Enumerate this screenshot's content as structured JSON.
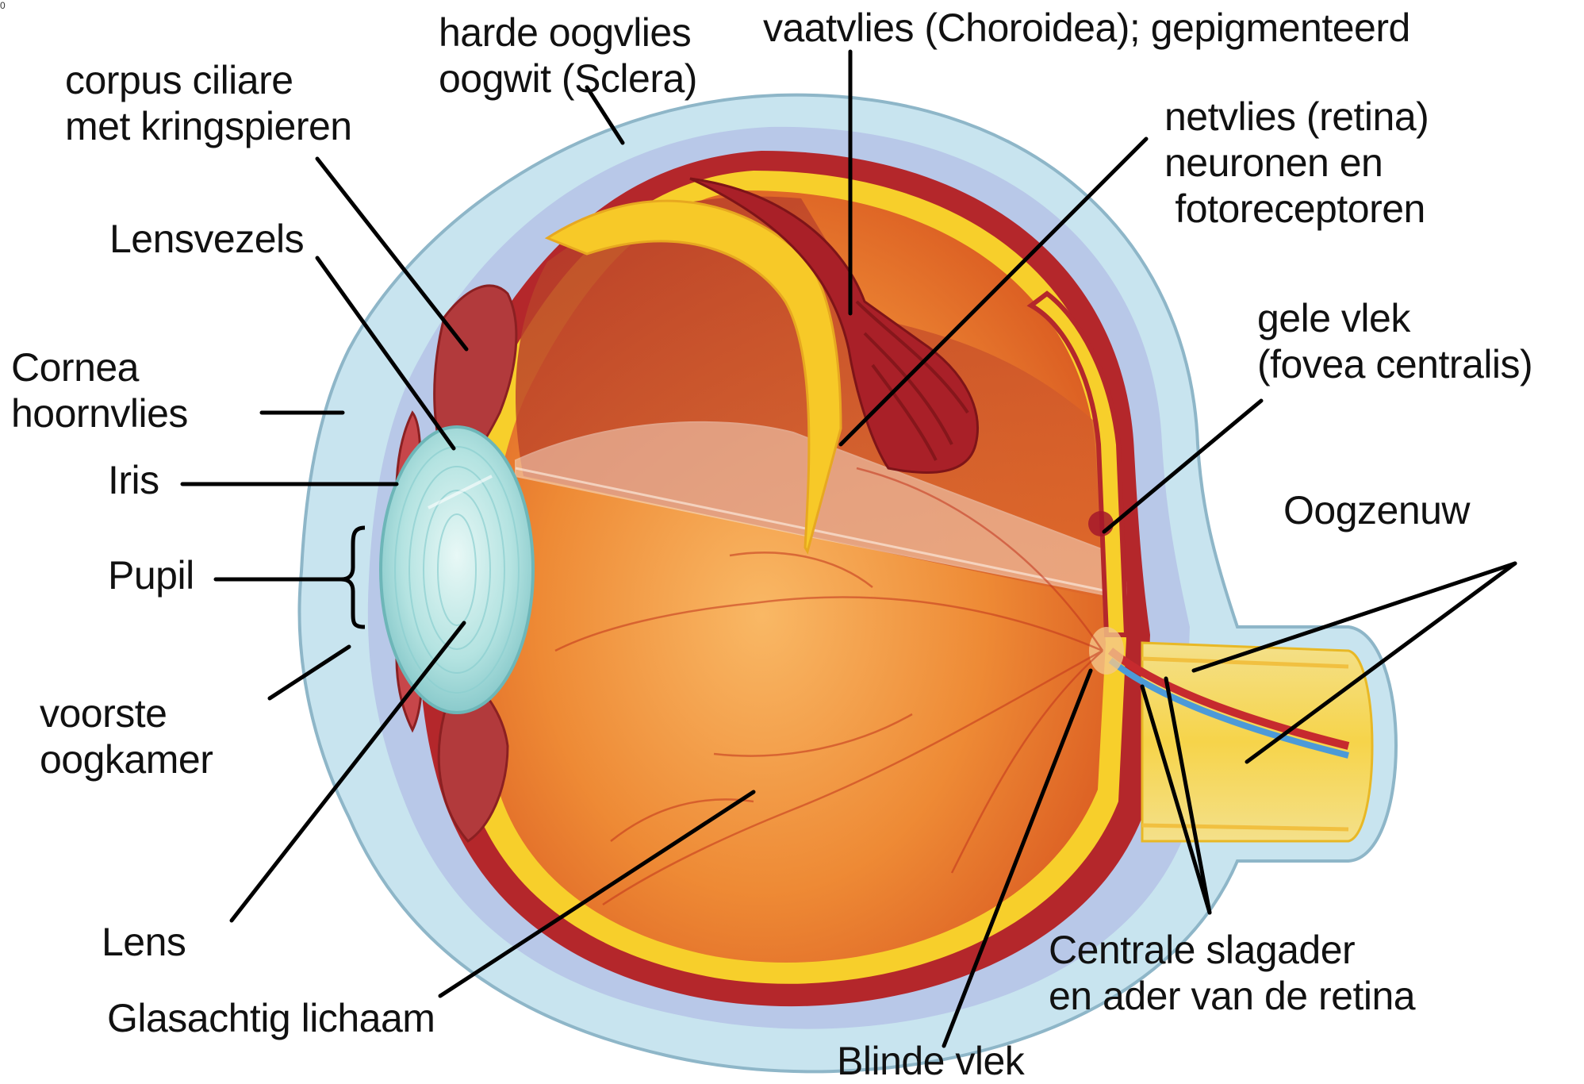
{
  "corner_mark": "0",
  "labels": {
    "harde_oogvlies": [
      "harde oogvlies",
      "oogwit (Sclera)"
    ],
    "vaatvlies": [
      "vaatvlies (Choroidea); gepigmenteerd"
    ],
    "corpus_ciliare": [
      "corpus ciliare",
      "met kringspieren"
    ],
    "netvlies": [
      "netvlies (retina)",
      "neuronen en",
      " fotoreceptoren"
    ],
    "lensvezels": [
      "Lensvezels"
    ],
    "gele_vlek": [
      "gele vlek",
      "(fovea centralis)"
    ],
    "cornea": [
      "Cornea",
      "hoornvlies"
    ],
    "iris": [
      "Iris"
    ],
    "oogzenuw": [
      "Oogzenuw"
    ],
    "pupil": [
      "Pupil"
    ],
    "voorste_oogkamer": [
      "voorste",
      "oogkamer"
    ],
    "lens": [
      "Lens"
    ],
    "centrale_slagader": [
      "Centrale slagader",
      "en ader van de retina"
    ],
    "glasachtig": [
      "Glasachtig lichaam"
    ],
    "blinde_vlek": [
      "Blinde vlek"
    ]
  },
  "colors": {
    "sclera": "#c7e3ef",
    "sclera_edge": "#8fb9cc",
    "inner_sclera": "#b9c9ea",
    "choroid": "#b3262a",
    "choroid_dark": "#7e1418",
    "retina": "#f7cf2b",
    "vitreous": "#e8762a",
    "vitreous_light": "#f6ad5b",
    "lens": "#a9dede",
    "leader_line": "#000000"
  }
}
